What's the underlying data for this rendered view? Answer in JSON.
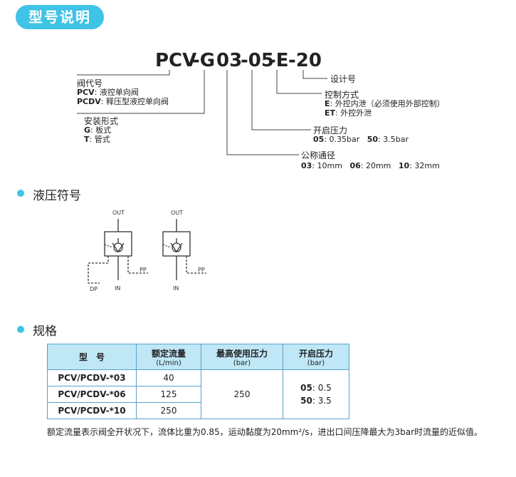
{
  "badge": "型号说明",
  "model_code": {
    "parts": [
      "PCV",
      "-G",
      "03",
      "-05",
      "-E",
      "-20"
    ]
  },
  "labels": {
    "design": "设计号",
    "control_title": "控制方式",
    "control_e_key": "E",
    "control_e": ": 外控内泄（必须使用外部控制）",
    "control_et_key": "ET",
    "control_et": ": 外控外泄",
    "crack_title": "开启压力",
    "crack_05_key": "05",
    "crack_05": ": 0.35bar",
    "crack_50_key": "50",
    "crack_50": ": 3.5bar",
    "size_title": "公称通径",
    "size_03_key": "03",
    "size_03": ": 10mm",
    "size_06_key": "06",
    "size_06": ": 20mm",
    "size_10_key": "10",
    "size_10": ": 32mm",
    "valve_title": "阀代号",
    "valve_pcv_key": "PCV",
    "valve_pcv": ": 液控单向阀",
    "valve_pcdv_key": "PCDV",
    "valve_pcdv": ": 释压型液控单向阀",
    "mount_title": "安装形式",
    "mount_g_key": "G",
    "mount_g": ": 板式",
    "mount_t_key": "T",
    "mount_t": ": 管式"
  },
  "sections": {
    "symbol": "液压符号",
    "spec": "规格"
  },
  "diagram": {
    "out": "OUT",
    "in": "IN",
    "pp": "PP",
    "dp": "DP"
  },
  "table": {
    "headers": {
      "model": "型　号",
      "flow": "额定流量",
      "flow_unit": "(L/min)",
      "max_pressure": "最高使用压力",
      "max_pressure_unit": "(bar)",
      "crack": "开启压力",
      "crack_unit": "(bar)"
    },
    "rows": [
      {
        "model": "PCV/PCDV-*03",
        "flow": "40"
      },
      {
        "model": "PCV/PCDV-*06",
        "flow": "125"
      },
      {
        "model": "PCV/PCDV-*10",
        "flow": "250"
      }
    ],
    "max_pressure": "250",
    "crack_05_key": "05",
    "crack_05": ": 0.5",
    "crack_50_key": "50",
    "crack_50": ": 3.5"
  },
  "note": "额定流量表示阀全开状况下，流体比重为0.85，运动黏度为20mm²/s，进出口间压降最大为3bar时流量的近似值。"
}
